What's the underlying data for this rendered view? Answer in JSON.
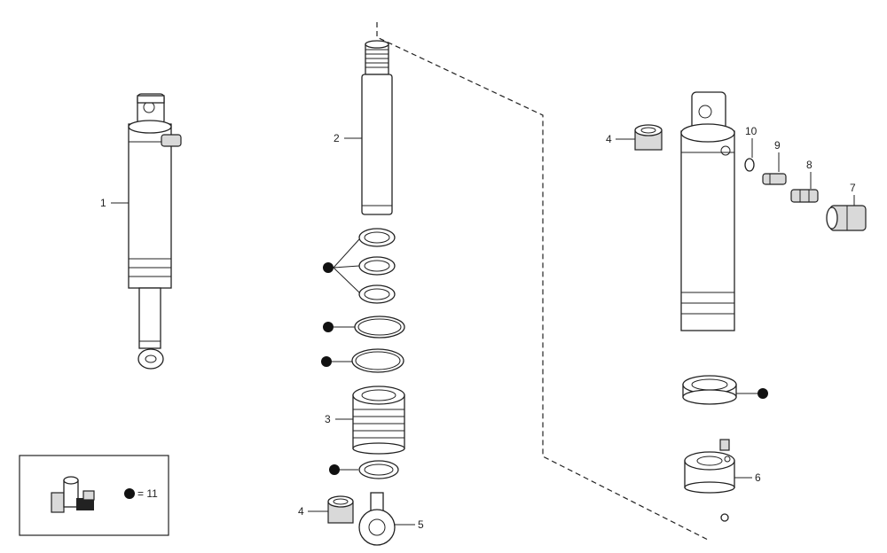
{
  "callouts": {
    "c1": "1",
    "c2": "2",
    "c3": "3",
    "c4a": "4",
    "c4b": "4",
    "c5": "5",
    "c6": "6",
    "c7": "7",
    "c8": "8",
    "c9": "9",
    "c10": "10"
  },
  "legend": {
    "kit_label": "= 11",
    "kit_icon": "seal-kit-icon"
  }
}
